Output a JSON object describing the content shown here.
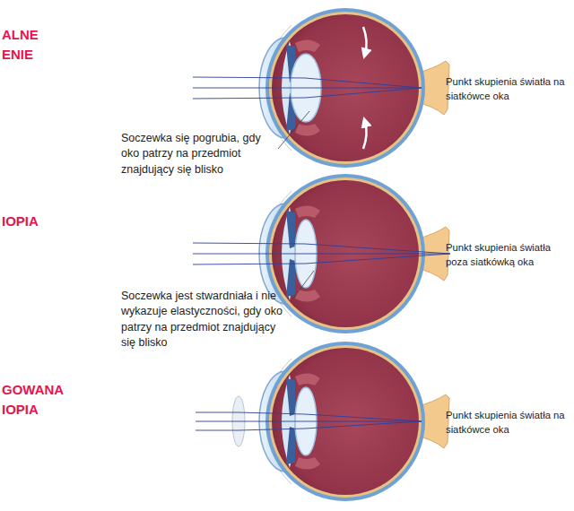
{
  "diagram": {
    "labels": [
      "ALNE ENIE",
      "Punkt skupienia światła na siatkówce oka",
      "Soczewka się pogrubia, gdy oko patrzy na przedmiot znajdujący się blisko",
      "IOPIA",
      "Punkt skupienia światła poza siatkówką oka",
      "Soczewka jest stwardniała i nie wykazuje elastyczności, gdy oko patrzy na przedmiot znajdujący się blisko",
      "GOWANA IOPIA",
      "Punkt skupienia światła na siatkówce oka"
    ]
  }
}
